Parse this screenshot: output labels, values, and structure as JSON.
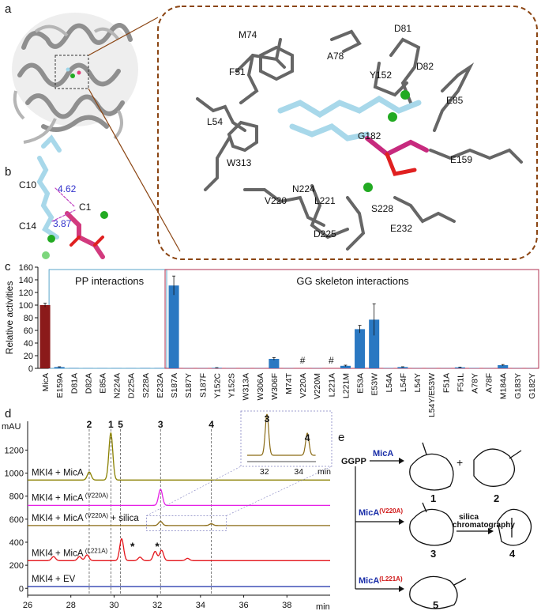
{
  "panels": {
    "a": "a",
    "b": "b",
    "c": "c",
    "d": "d",
    "e": "e"
  },
  "panel_a": {
    "residues": [
      "M74",
      "A78",
      "D81",
      "D82",
      "F51",
      "Y152",
      "E85",
      "L54",
      "G182",
      "W313",
      "E159",
      "N224",
      "L221",
      "V220",
      "S228",
      "E232",
      "D225"
    ]
  },
  "panel_b": {
    "atoms": [
      "C10",
      "C1",
      "C14"
    ],
    "distances": [
      "4.62",
      "3.87"
    ]
  },
  "chart_data": [
    {
      "type": "bar",
      "panel": "c",
      "ylabel": "Relative activities",
      "ylim": [
        0,
        160
      ],
      "yticks": [
        0,
        20,
        40,
        60,
        80,
        100,
        120,
        140,
        160
      ],
      "groups": [
        "PP interactions",
        "GG skeleton interactions"
      ],
      "categories": [
        "MicA",
        "E159A",
        "D81A",
        "D82A",
        "E85A",
        "N224A",
        "D225A",
        "S228A",
        "E232A",
        "S187A",
        "S187Y",
        "S187F",
        "Y152C",
        "Y152S",
        "W313A",
        "W306A",
        "W306F",
        "M74T",
        "V220A",
        "V220M",
        "L221A",
        "L221M",
        "E53A",
        "E53W",
        "L54A",
        "L54F",
        "L54Y",
        "L54Y/E53W",
        "F51A",
        "F51L",
        "A78Y",
        "A78F",
        "M184A",
        "G183Y",
        "G182Y"
      ],
      "values": [
        100,
        2,
        0.5,
        0.3,
        0.3,
        0.3,
        0.3,
        0.5,
        0.5,
        131,
        0.3,
        0.3,
        0.8,
        0.3,
        0.3,
        0.3,
        15,
        0.3,
        0,
        0.3,
        0,
        4,
        62,
        77,
        0.5,
        2,
        0.3,
        0.3,
        0.3,
        1.5,
        0.5,
        0.3,
        5,
        0.3,
        0.3
      ],
      "errors": [
        3,
        0.5,
        0,
        0,
        0,
        0,
        0,
        0,
        0,
        15,
        0,
        0,
        0.3,
        0,
        0,
        0,
        2,
        0,
        0,
        0,
        0,
        1,
        6,
        25,
        0,
        0.5,
        0,
        0,
        0,
        0.5,
        0,
        0,
        1,
        0,
        0
      ],
      "markers": [
        {
          "category": "V220A",
          "symbol": "#"
        },
        {
          "category": "L221A",
          "symbol": "#"
        }
      ],
      "colors": {
        "MicA": "#8b1a1a",
        "others": "#2a78c2"
      }
    },
    {
      "type": "line",
      "panel": "d",
      "ylabel": "mAU",
      "xlabel": "min",
      "xlim": [
        26,
        40
      ],
      "ylim": [
        -60,
        1450
      ],
      "xticks": [
        26,
        28,
        30,
        32,
        34,
        36,
        38
      ],
      "yticks": [
        0,
        200,
        400,
        600,
        800,
        1000,
        1200
      ],
      "peak_lines": [
        {
          "label": "2",
          "x": 28.85
        },
        {
          "label": "1",
          "x": 29.85
        },
        {
          "label": "5",
          "x": 30.3
        },
        {
          "label": "3",
          "x": 32.15
        },
        {
          "label": "4",
          "x": 34.5
        }
      ],
      "series": [
        {
          "name": "MKI4 + MicA",
          "color": "#8a8000",
          "baseline": 940,
          "peaks": [
            [
              28.85,
              1010
            ],
            [
              29.85,
              1350
            ]
          ]
        },
        {
          "name": "MKI4 + MicA",
          "sup": "(V220A)",
          "color": "#e61fe6",
          "baseline": 720,
          "peaks": [
            [
              32.15,
              860
            ]
          ]
        },
        {
          "name": "MKI4 + MicA",
          "sup": "(V220A)",
          "suffix": " + silica",
          "color": "#8a6a14",
          "baseline": 545,
          "peaks": [
            [
              32.15,
              580
            ],
            [
              34.5,
              560
            ]
          ]
        },
        {
          "name": "MKI4 + MicA",
          "sup": "(L221A)",
          "color": "#e4151b",
          "baseline": 240,
          "peaks": [
            [
              27.2,
              275
            ],
            [
              28.4,
              275
            ],
            [
              28.75,
              290
            ],
            [
              30.35,
              430
            ],
            [
              31.2,
              270
            ],
            [
              31.9,
              320
            ],
            [
              32.2,
              330
            ],
            [
              33.4,
              260
            ]
          ]
        },
        {
          "name": "MKI4 + EV",
          "color": "#1a2ea8",
          "baseline": 15,
          "peaks": []
        }
      ],
      "asterisks": [
        {
          "x": 30.85,
          "symbol": "*"
        },
        {
          "x": 32.0,
          "symbol": "*"
        }
      ],
      "inset": {
        "xticks": [
          32,
          34
        ],
        "xlabel": "min",
        "peak_labels": [
          "3",
          "4"
        ]
      }
    }
  ],
  "panel_e": {
    "substrate": "GGPP",
    "enzyme_wt": "MicA",
    "enzyme_v220a": "MicA",
    "enzyme_v220a_sup": "(V220A)",
    "enzyme_l221a": "MicA",
    "enzyme_l221a_sup": "(L221A)",
    "silica_text": [
      "silica",
      "chromatography"
    ],
    "compounds": [
      "1",
      "2",
      "3",
      "4",
      "5"
    ],
    "plus": "+"
  }
}
